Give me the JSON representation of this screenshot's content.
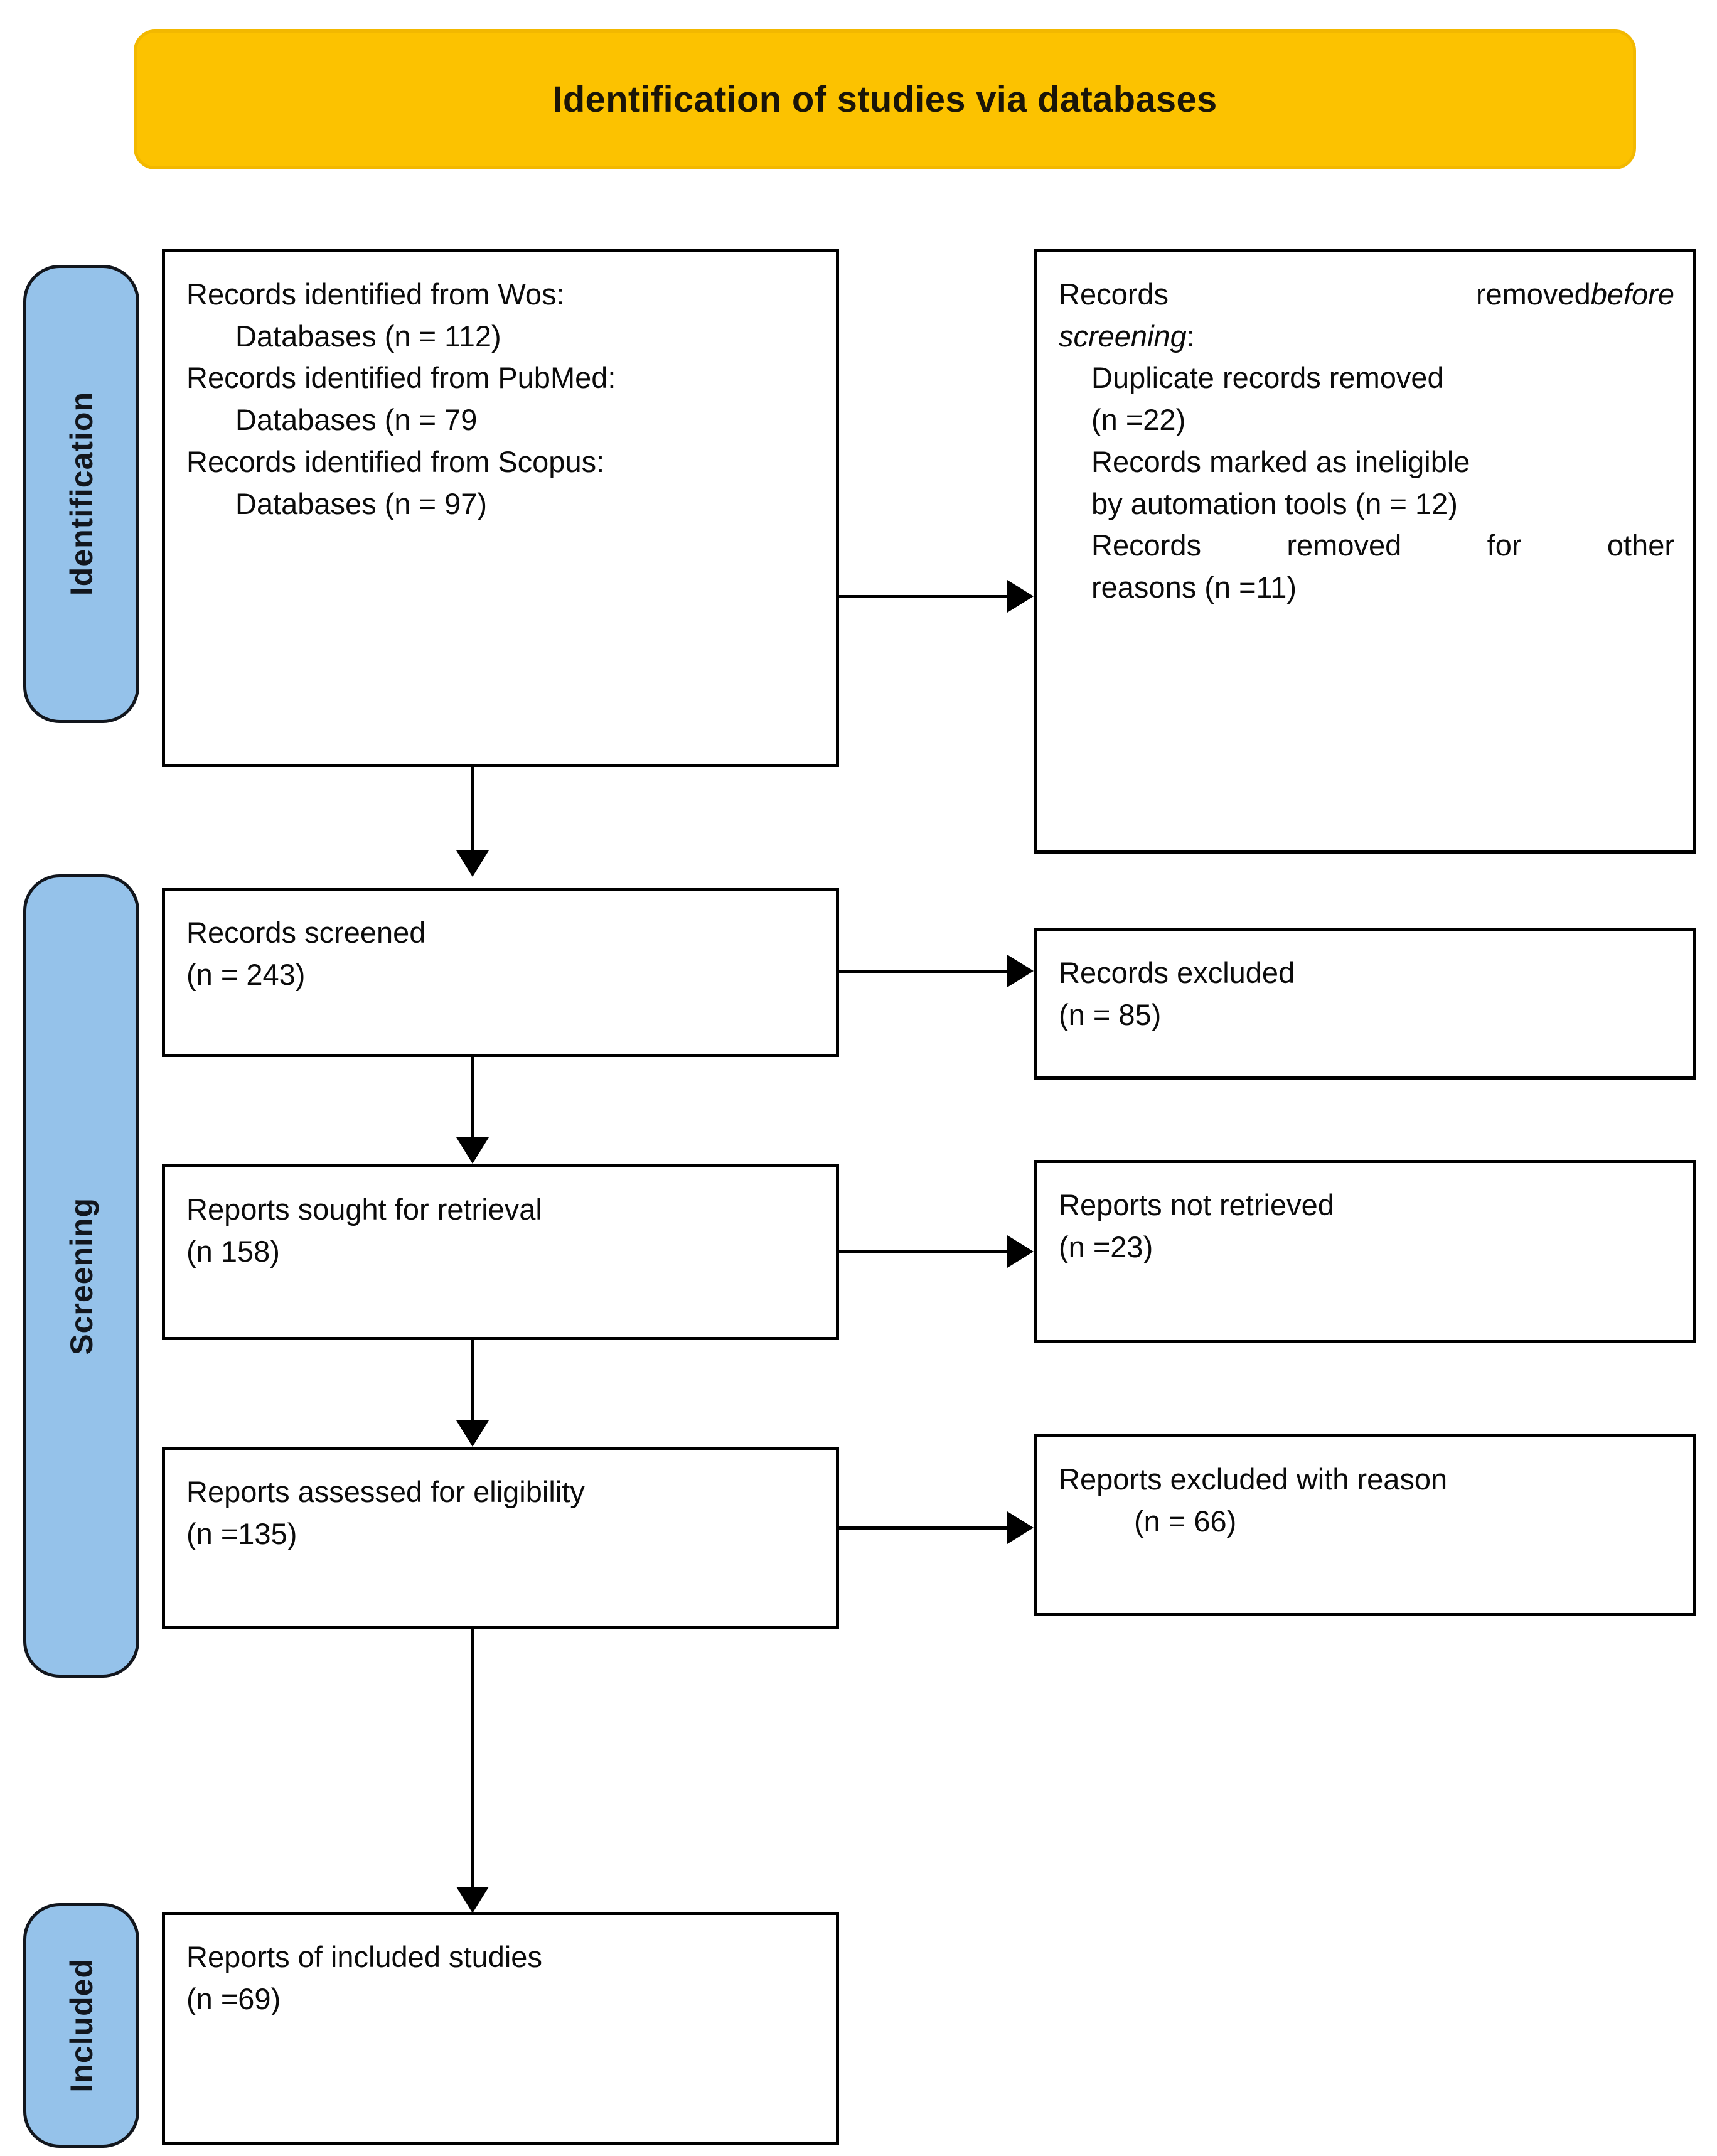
{
  "banner": {
    "title": "Identification of studies via databases"
  },
  "stages": [
    {
      "id": "identification",
      "label": "Identification"
    },
    {
      "id": "screening",
      "label": "Screening"
    },
    {
      "id": "included",
      "label": "Included"
    }
  ],
  "colors": {
    "banner_fill": "#fcc200",
    "stage_fill": "#95c2ea",
    "box_border": "#000000",
    "text": "#0b0b0b"
  },
  "boxes": {
    "identified": {
      "name": "records-identified",
      "lines": [
        "Records identified from Wos:",
        "Databases (n = 112)",
        "Records identified from PubMed:",
        "Databases (n = 79",
        "Records identified from Scopus:",
        "Databases (n = 97)"
      ]
    },
    "removed": {
      "name": "records-removed-before-screening",
      "lines": [
        "Records removed",
        "before",
        "screening",
        ":",
        "Duplicate records removed",
        "(n =22)",
        "Records marked as ineligible",
        "by automation tools (n = 12)",
        "Records removed for other",
        "reasons (n =11)"
      ]
    },
    "screened": {
      "name": "records-screened",
      "lines": [
        "Records screened",
        "(n = 243)"
      ]
    },
    "excluded": {
      "name": "records-excluded",
      "lines": [
        "Records excluded",
        "(n = 85)"
      ]
    },
    "sought": {
      "name": "reports-sought-for-retrieval",
      "lines": [
        "Reports sought for retrieval",
        "(n 158)"
      ]
    },
    "not_retrieved": {
      "name": "reports-not-retrieved",
      "lines": [
        "Reports not retrieved",
        "(n =23)"
      ]
    },
    "assessed": {
      "name": "reports-assessed-for-eligibility",
      "lines": [
        "Reports assessed for eligibility",
        "(n =135)"
      ]
    },
    "excluded_reason": {
      "name": "reports-excluded-with-reason",
      "lines": [
        "Reports excluded with reason",
        "(n = 66)"
      ]
    },
    "included": {
      "name": "reports-of-included-studies",
      "lines": [
        "Reports of included studies",
        "(n =69)"
      ]
    }
  }
}
